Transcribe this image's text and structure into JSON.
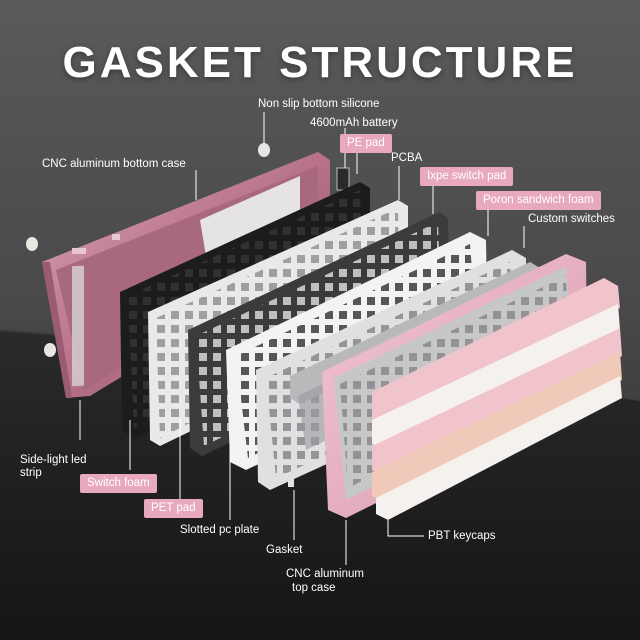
{
  "title": "GASKET STRUCTURE",
  "labels": {
    "non_slip": "Non slip bottom silicone",
    "battery": "4600mAh battery",
    "pe_pad": "PE pad",
    "pcba": "PCBA",
    "cnc_bottom": "CNC aluminum bottom case",
    "ixpe": "Ixpe switch pad",
    "poron": "Poron sandwich foam",
    "switches": "Custom switches",
    "side_light_1": "Side-light led",
    "side_light_2": "strip",
    "switch_foam": "Switch foam",
    "pet_pad": "PET pad",
    "slotted_plate": "Slotted pc plate",
    "gasket": "Gasket",
    "cnc_top_1": "CNC aluminum",
    "cnc_top_2": "top case",
    "pbt_keycaps": "PBT keycaps"
  },
  "colors": {
    "pink_label": "#e8a9bd",
    "pink_case": "#c98aa0",
    "keycap_pink": "#f1c4cc",
    "keycap_white": "#f4f1ef",
    "keycap_peach": "#f0c9b8",
    "background": "#4a4a4c",
    "deskmat": "#202022"
  }
}
